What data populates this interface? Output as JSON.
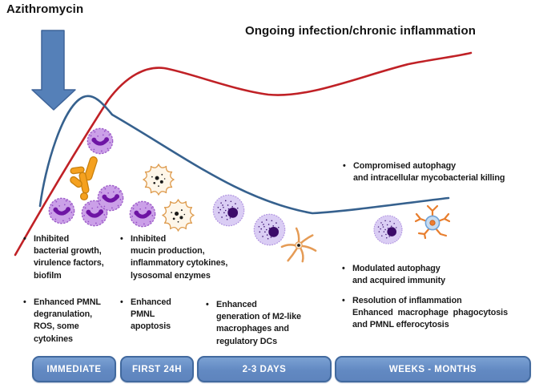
{
  "drug_label": "Azithromycin",
  "top_right_label": "Ongoing infection/chronic inflammation",
  "colors": {
    "red_curve": "#C02126",
    "blue_curve": "#36618E",
    "arrow_fill": "#5580B8",
    "arrow_border": "#3E6499",
    "timeline_fill": "#6690C8",
    "timeline_border": "#41699E",
    "timeline_text": "#FFFFFF",
    "pmnl_body": "#CBA0E8",
    "pmnl_nucleus": "#6E14A4",
    "apoptotic_outline": "#DE9C4F",
    "macrophage_body": "#DACDF4",
    "macrophage_nucleus": "#3B0B69",
    "bacteria_fill": "#F5A11F",
    "dendritic_outline": "#E59B55",
    "infected_cell_fill": "#C6DBF1"
  },
  "annotations": [
    {
      "id": "immediate-1",
      "text": "Inhibited\nbacterial growth,\nvirulence factors,\nbiofilm"
    },
    {
      "id": "immediate-2",
      "text": "Enhanced PMNL\ndegranulation,\nROS, some\ncytokines"
    },
    {
      "id": "first24h-1",
      "text": "Inhibited\nmucin production,\ninflammatory cytokines,\nlysosomal enzymes"
    },
    {
      "id": "first24h-2",
      "text": "Enhanced\nPMNL\napoptosis"
    },
    {
      "id": "days-1",
      "text": "Enhanced\ngeneration of M2-like\nmacrophages and\nregulatory DCs"
    },
    {
      "id": "weeks-upper",
      "text": "Compromised autophagy\nand intracellular mycobacterial killing"
    },
    {
      "id": "weeks-1",
      "text": "Modulated autophagy\nand acquired immunity"
    },
    {
      "id": "weeks-2",
      "text": "Resolution of inflammation\nEnhanced  macrophage  phagocytosis\nand PMNL efferocytosis"
    }
  ],
  "timeline": {
    "segments": [
      {
        "label": "IMMEDIATE"
      },
      {
        "label": "FIRST 24H"
      },
      {
        "label": "2-3 DAYS"
      },
      {
        "label": "WEEKS - MONTHS"
      }
    ]
  }
}
